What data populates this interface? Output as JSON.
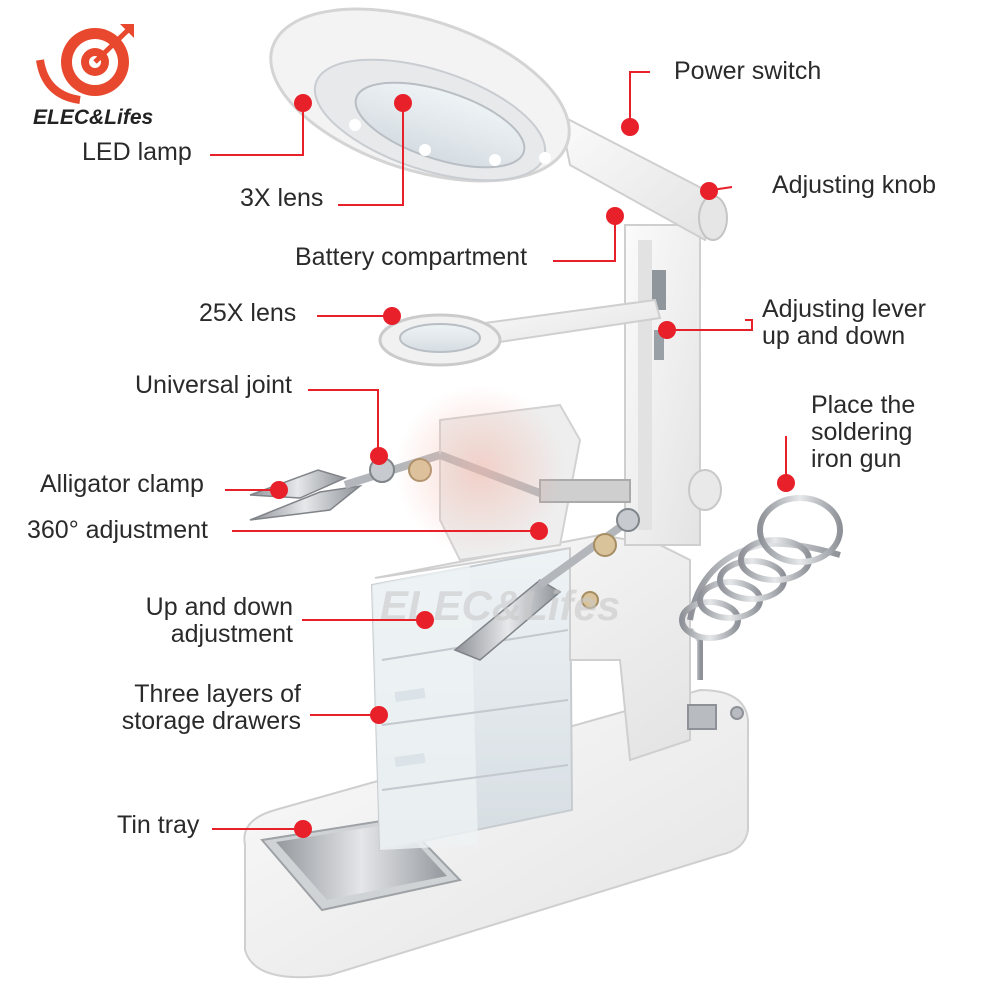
{
  "brand": {
    "name": "ELEC&Lifes",
    "watermark": "ELEC&Lifes",
    "accent_color": "#e8492e",
    "logo_icon": "target-arrow-icon"
  },
  "labels": {
    "power_switch": "Power switch",
    "led_lamp": "LED lamp",
    "lens_3x": "3X lens",
    "adjusting_knob": "Adjusting knob",
    "battery_compartment": "Battery compartment",
    "lens_25x": "25X lens",
    "adjusting_lever": [
      "Adjusting lever",
      "up and down"
    ],
    "universal_joint": "Universal joint",
    "soldering_holder": [
      "Place the",
      "soldering",
      "iron gun"
    ],
    "alligator_clamp": "Alligator clamp",
    "adjustment_360": "360° adjustment",
    "up_down_adjustment": [
      "Up and down",
      "adjustment"
    ],
    "storage_drawers": [
      "Three layers of",
      "storage drawers"
    ],
    "tin_tray": "Tin tray"
  },
  "colors": {
    "callout": "#e8202a",
    "body": "#f1f1f1",
    "outline": "#c9c9c9",
    "metal": "#b9bcc0",
    "brass": "#d9c39a"
  }
}
